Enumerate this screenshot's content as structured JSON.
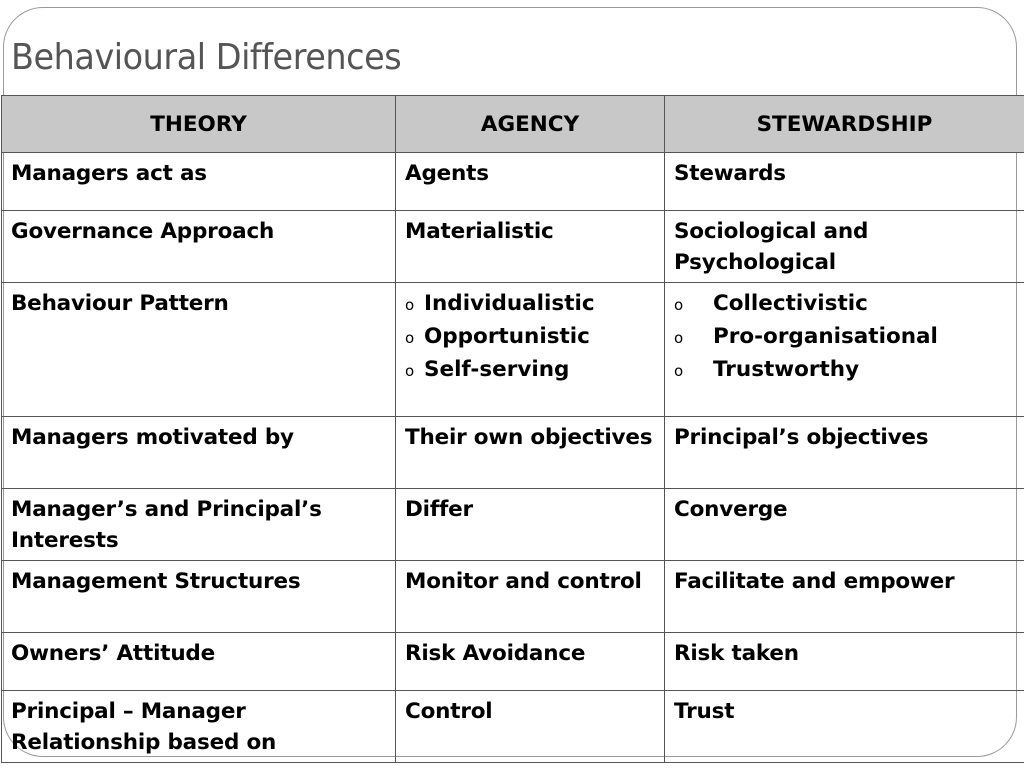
{
  "slide": {
    "title": "Behavioural Differences"
  },
  "table": {
    "headers": [
      "THEORY",
      "AGENCY",
      "STEWARDSHIP"
    ],
    "rows": [
      {
        "theory": "Managers act as",
        "agency": "Agents",
        "stewardship": "Stewards"
      },
      {
        "theory": "Governance Approach",
        "agency": "Materialistic",
        "stewardship": "Sociological and Psychological"
      },
      {
        "theory": "Behaviour Pattern",
        "agency_items": [
          "Individualistic",
          "Opportunistic",
          "Self-serving"
        ],
        "stewardship_items": [
          "Collectivistic",
          "Pro-organisational",
          "Trustworthy"
        ],
        "bullet_glyph": "o"
      },
      {
        "theory": "Managers motivated by",
        "agency": "Their own objectives",
        "stewardship": "Principal’s objectives"
      },
      {
        "theory": "Manager’s and Principal’s Interests",
        "agency": "Differ",
        "stewardship": "Converge"
      },
      {
        "theory": "Management Structures",
        "agency": "Monitor and control",
        "stewardship": "Facilitate and empower"
      },
      {
        "theory": "Owners’ Attitude",
        "agency": "Risk Avoidance",
        "stewardship": "Risk taken"
      },
      {
        "theory": "Principal – Manager Relationship based on",
        "agency": "Control",
        "stewardship": "Trust"
      }
    ]
  },
  "colors": {
    "header_background": "#c8c8c8",
    "title_text": "#555555",
    "border": "#555555"
  }
}
